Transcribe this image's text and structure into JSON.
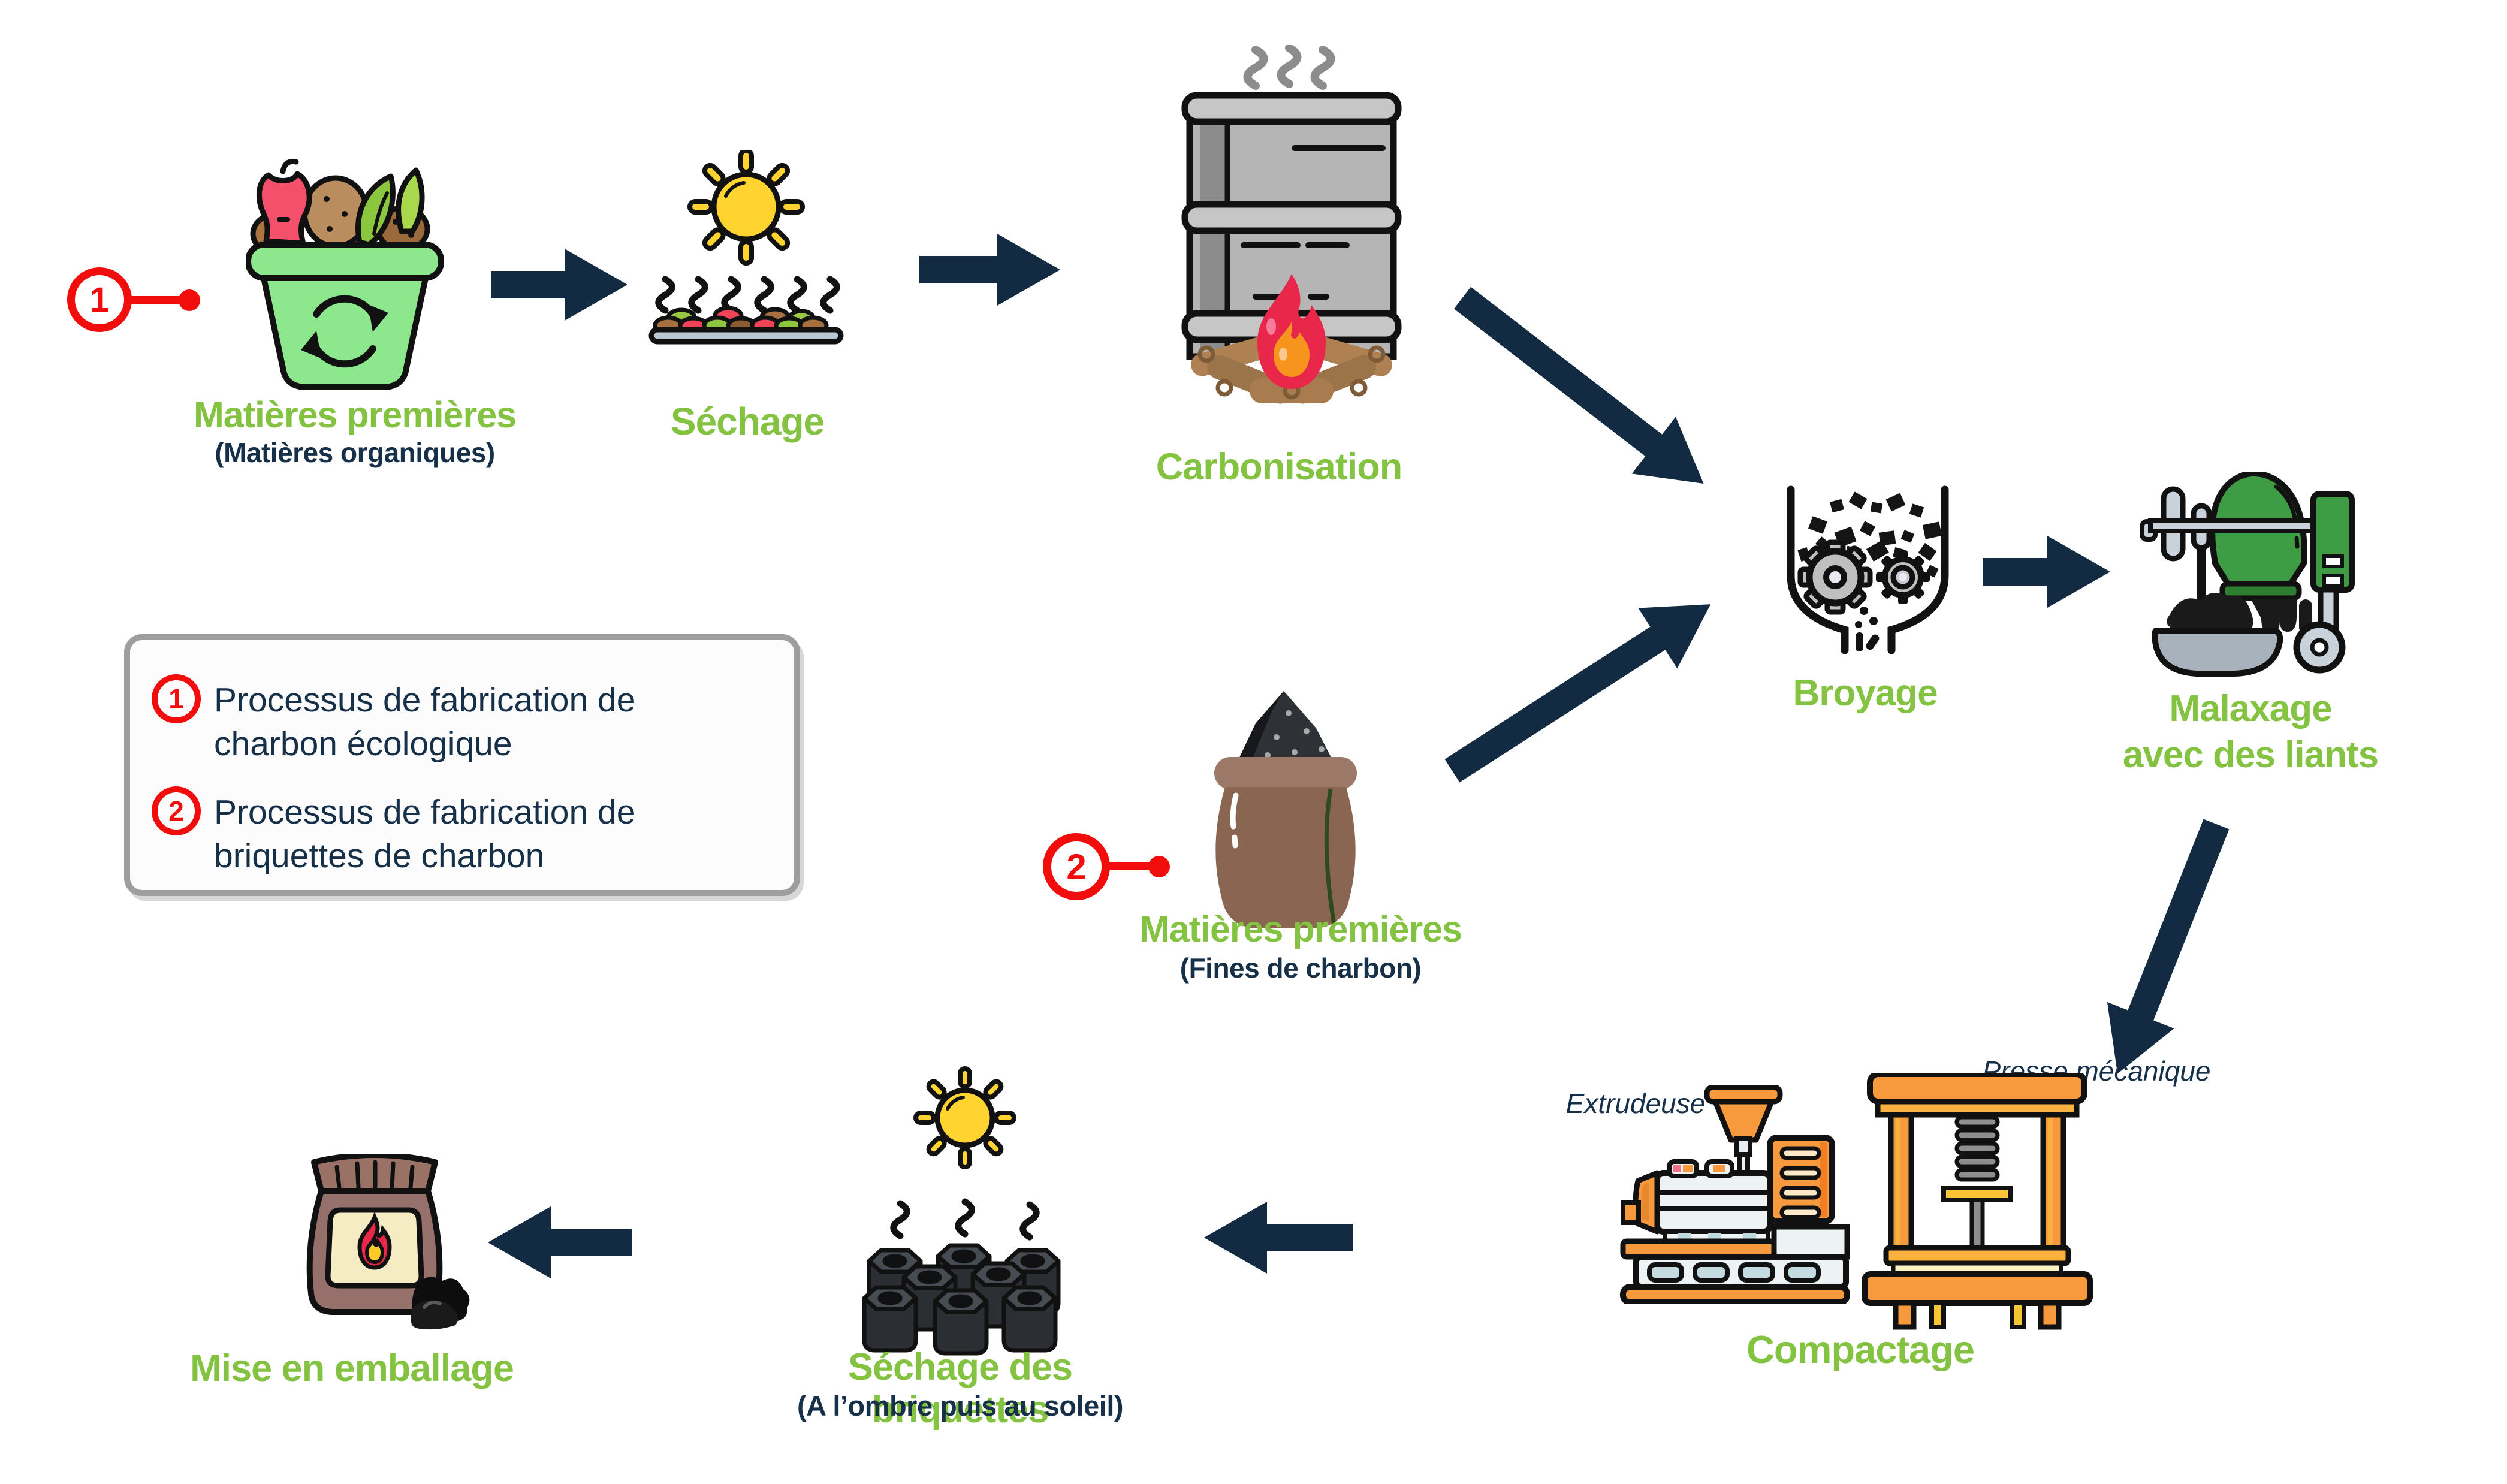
{
  "palette": {
    "green": "#83C341",
    "navy": "#16304A",
    "arrow_navy": "#132B42",
    "red": "#F20D0D",
    "legend_border": "#9E9E9E"
  },
  "legend": {
    "items": [
      {
        "number": "1",
        "line1": "Processus de fabrication de",
        "line2": "charbon écologique"
      },
      {
        "number": "2",
        "line1": "Processus de fabrication de",
        "line2": "briquettes de charbon"
      }
    ]
  },
  "steps": {
    "raw_organic": {
      "marker": "1",
      "title": "Matières premières",
      "subtitle": "(Matières organiques)"
    },
    "drying": {
      "title": "Séchage"
    },
    "carbonization": {
      "title": "Carbonisation"
    },
    "grinding": {
      "title": "Broyage"
    },
    "mixing": {
      "title_line1": "Malaxage",
      "title_line2": "avec des liants"
    },
    "raw_fines": {
      "marker": "2",
      "title": "Matières premières",
      "subtitle": "(Fines de charbon)"
    },
    "compacting": {
      "title": "Compactage",
      "machine_left": "Extrudeuse",
      "machine_right": "Presse mécanique"
    },
    "briquette_drying": {
      "title": "Séchage des briquettes",
      "subtitle": "(A l’ombre puis au soleil)"
    },
    "packaging": {
      "title": "Mise en emballage"
    }
  }
}
